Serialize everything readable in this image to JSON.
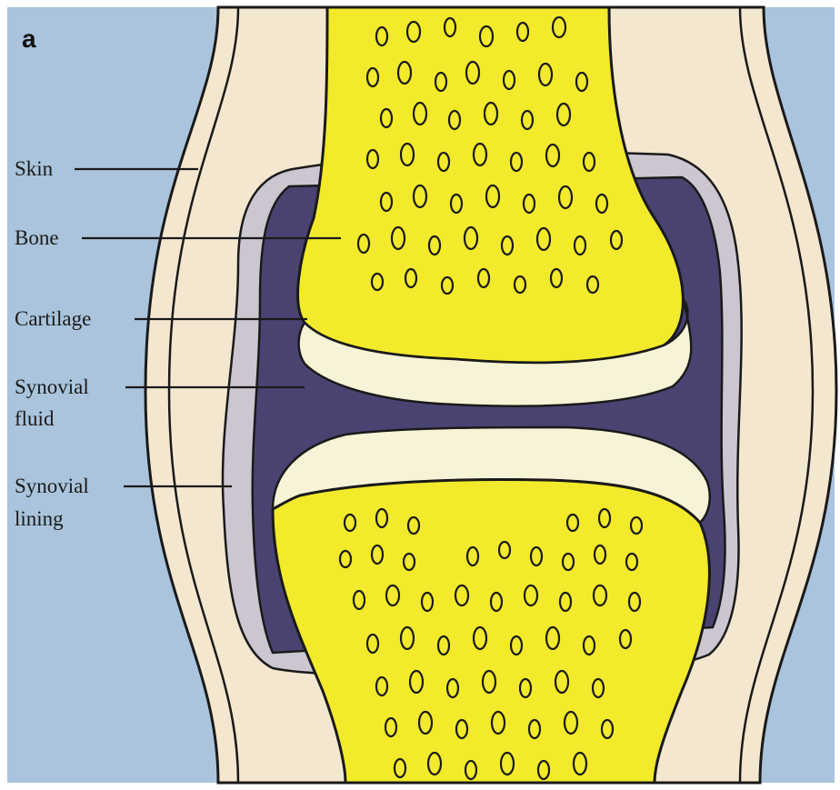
{
  "panel_label": "a",
  "labels": {
    "skin": "Skin",
    "bone": "Bone",
    "cartilage": "Cartilage",
    "synovial_fluid_line1": "Synovial",
    "synovial_fluid_line2": "fluid",
    "synovial_lining_line1": "Synovial",
    "synovial_lining_line2": "lining"
  },
  "colors": {
    "background": "#a9c4dc",
    "skin": "#f3e7cf",
    "bone": "#f2ea2a",
    "cartilage": "#f7f3d6",
    "synovial_fluid": "#4a4372",
    "synovial_lining": "#cbc6cf",
    "outline": "#1a1a1a"
  }
}
